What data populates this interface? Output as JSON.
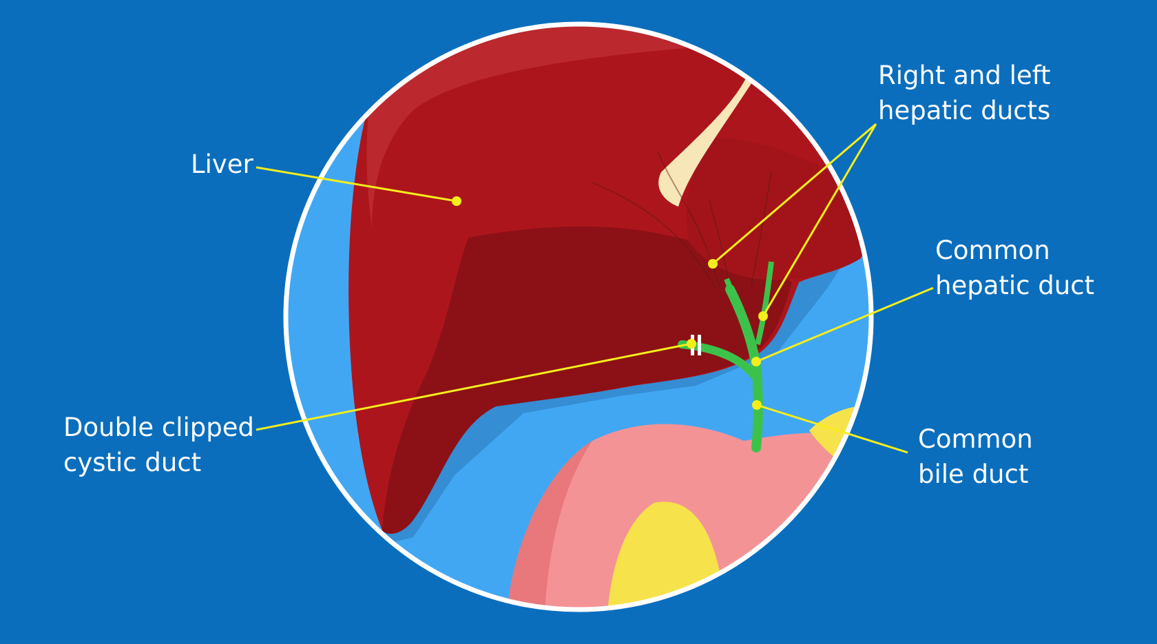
{
  "colors": {
    "background": "#0a6ebd",
    "circle_fill": "#42a7f2",
    "circle_border": "#ffffff",
    "liver": "#ad151c",
    "liver_shadow": "#8a1116",
    "duct": "#3cc24a",
    "stomach": "#f49396",
    "fat": "#f6e24b",
    "leader": "#f5ee1c"
  },
  "labels": {
    "liver": "Liver",
    "right_left_hepatic": [
      "Right and left",
      "hepatic ducts"
    ],
    "common_hepatic": [
      "Common",
      "hepatic duct"
    ],
    "cystic": [
      "Double clipped",
      "cystic duct"
    ],
    "common_bile": [
      "Common",
      "bile duct"
    ]
  }
}
